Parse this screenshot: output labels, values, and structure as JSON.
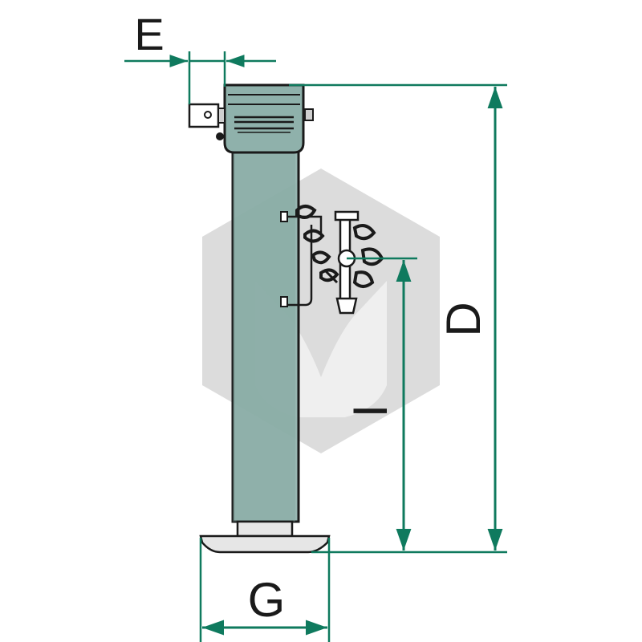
{
  "diagram": {
    "colors": {
      "dimension": "#0f7a5e",
      "body": "#8fb1ab",
      "body_dark": "#7ea39c",
      "outline": "#1a1a1a",
      "watermark": "#d9d9d9",
      "watermark_light": "#eeeeee"
    },
    "dimensions": {
      "E": "E",
      "D": "D",
      "I": "I",
      "G": "G"
    },
    "watermark_icon": "hexagon-leaf-logo"
  }
}
